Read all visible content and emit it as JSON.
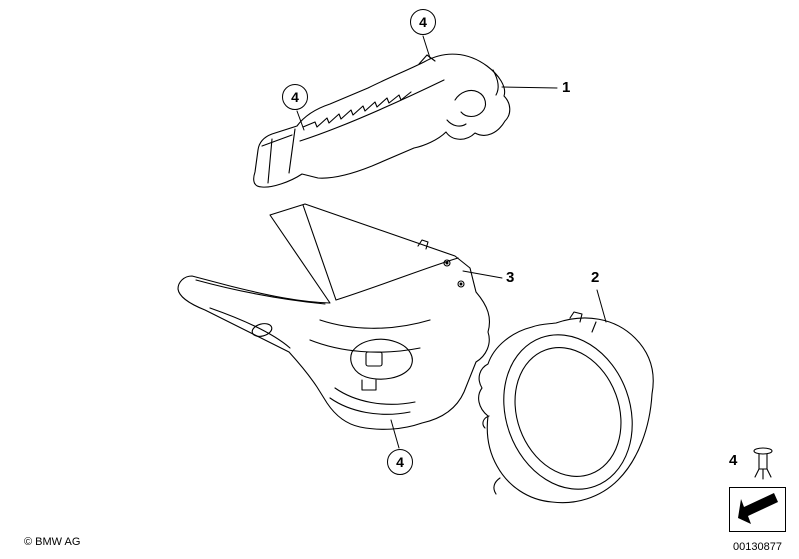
{
  "callouts": [
    {
      "id": "callout-4-top",
      "label": "4"
    },
    {
      "id": "callout-4-left",
      "label": "4"
    },
    {
      "id": "part-1",
      "label": "1"
    },
    {
      "id": "part-3",
      "label": "3"
    },
    {
      "id": "part-2",
      "label": "2"
    },
    {
      "id": "callout-4-bottom",
      "label": "4"
    }
  ],
  "legend": {
    "item_label": "4",
    "fastener_icon": "rivet-icon",
    "reference_icon": "reference-arrow-icon"
  },
  "footer": {
    "copyright": "© BMW AG",
    "part_number": "00130877"
  },
  "colors": {
    "line": "#000000",
    "background": "#ffffff"
  }
}
